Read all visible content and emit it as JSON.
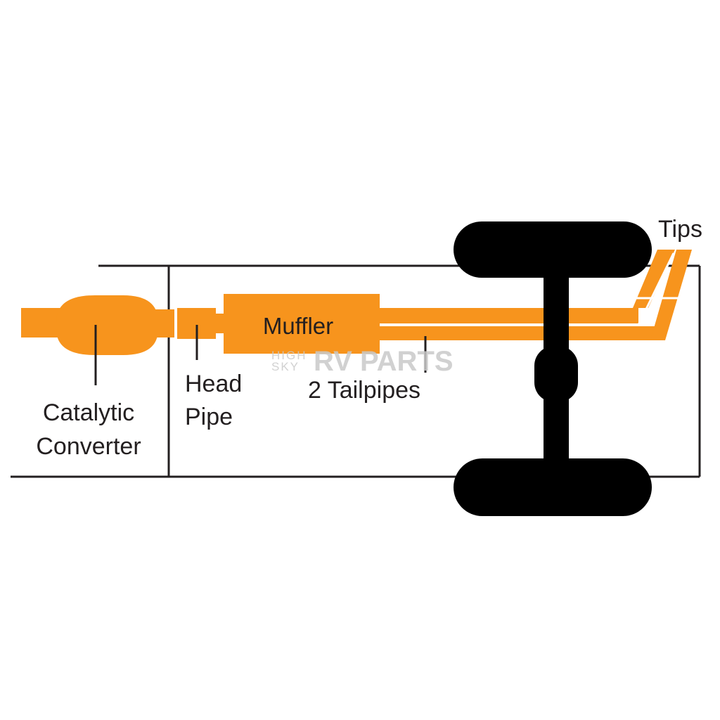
{
  "diagram": {
    "labels": {
      "catalytic_converter_line1": "Catalytic",
      "catalytic_converter_line2": "Converter",
      "head_pipe_line1": "Head",
      "head_pipe_line2": "Pipe",
      "muffler": "Muffler",
      "tailpipes": "2 Tailpipes",
      "tips": "Tips"
    },
    "watermark": {
      "small_top": "HIGH",
      "small_bottom": "SKY",
      "big": "RV PARTS"
    }
  },
  "colors": {
    "exhaust": "#f7941d",
    "chassis": "#000000",
    "frame_line": "#231f20",
    "text": "#231f20"
  }
}
